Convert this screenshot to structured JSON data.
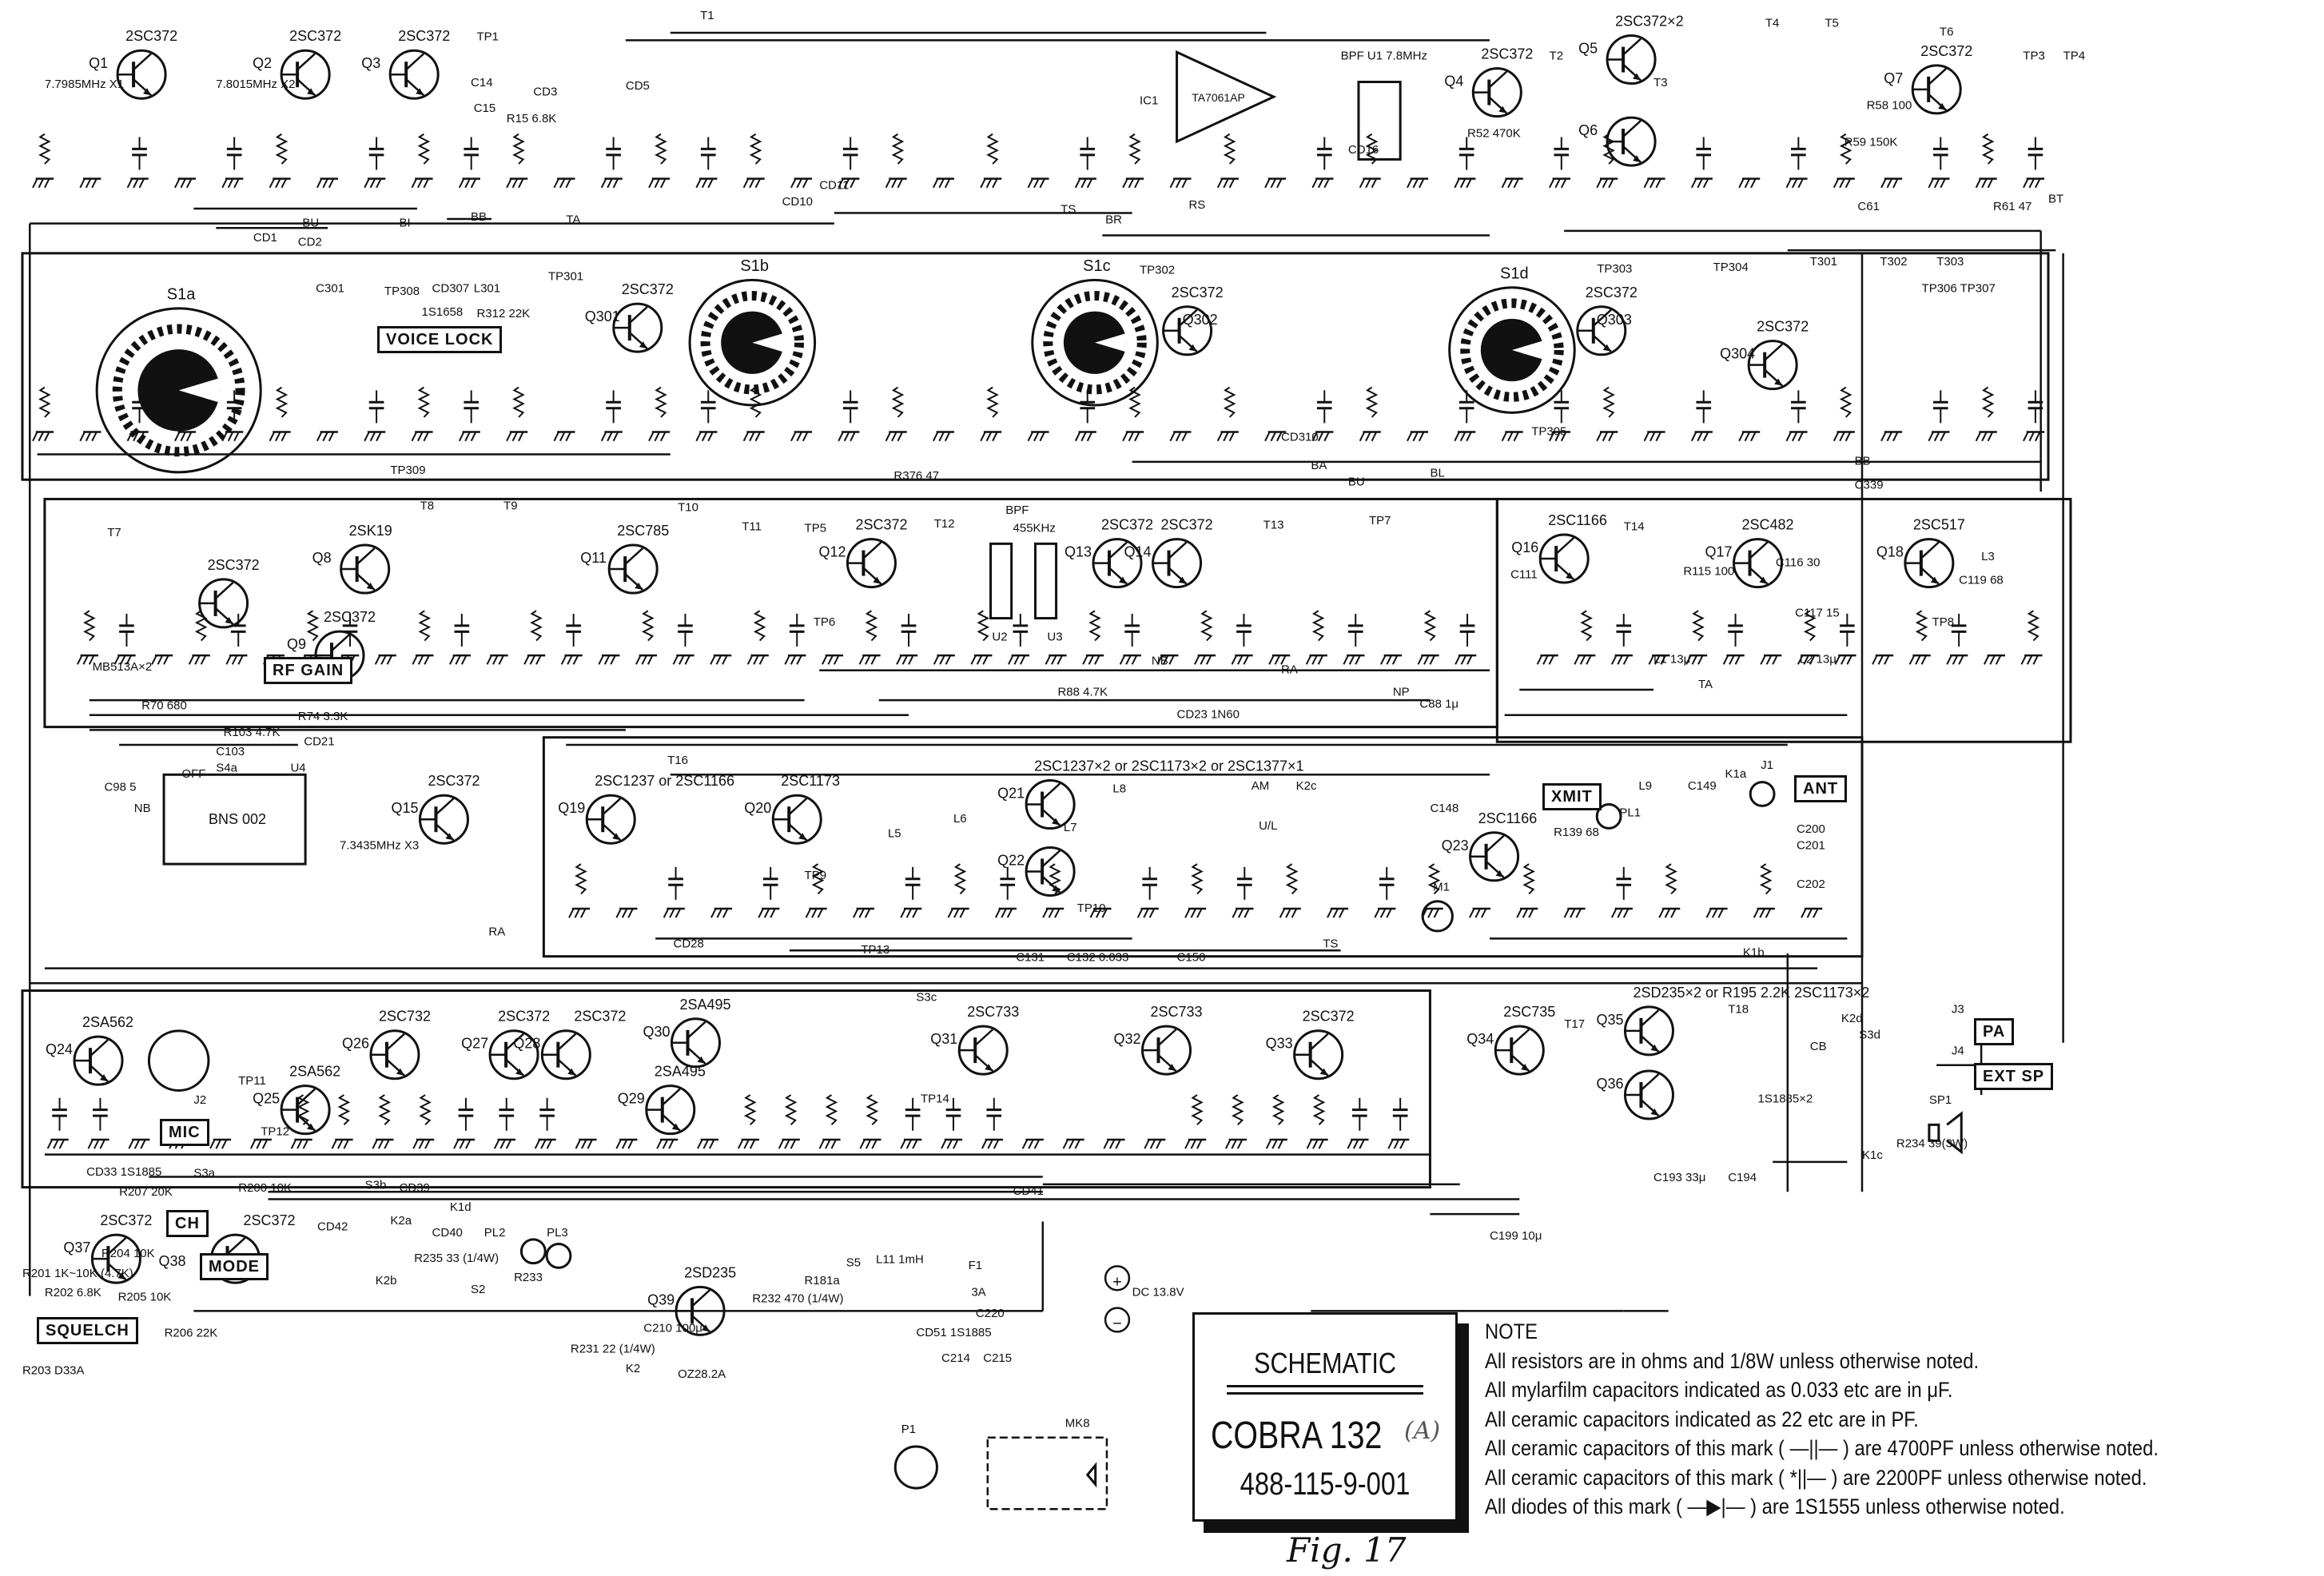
{
  "title_block": {
    "heading": "SCHEMATIC",
    "model": "COBRA 132",
    "revision_mark": "(A)",
    "part_number": "488-115-9-001"
  },
  "notes": {
    "heading": "NOTE",
    "lines": [
      "All resistors are in ohms and 1/8W unless otherwise noted.",
      "All mylarfilm capacitors indicated as 0.033 etc are in μF.",
      "All ceramic capacitors indicated as 22 etc are in PF.",
      "All ceramic capacitors of this mark ( —||— ) are 4700PF unless otherwise noted.",
      "All ceramic capacitors of this mark ( *||— ) are 2200PF unless otherwise noted.",
      "All diodes of this mark ( —▶|— ) are 1S1555 unless otherwise noted."
    ]
  },
  "figure_caption": "Fig. 17",
  "boxed_labels": [
    "VOICE LOCK",
    "RF GAIN",
    "XMIT",
    "ANT",
    "MIC",
    "SQUELCH",
    "CH",
    "MODE",
    "PA",
    "EXT SP"
  ],
  "module_labels": [
    "BNS 002",
    "TA7061AP"
  ],
  "transistors": [
    {
      "ref": "Q1",
      "part": "2SC372"
    },
    {
      "ref": "Q2",
      "part": "2SC372"
    },
    {
      "ref": "Q3",
      "part": "2SC372"
    },
    {
      "ref": "Q4",
      "part": "2SC372"
    },
    {
      "ref": "Q5",
      "part": "2SC372×2"
    },
    {
      "ref": "Q6",
      "part": ""
    },
    {
      "ref": "Q7",
      "part": "2SC372"
    },
    {
      "ref": "Q301",
      "part": "2SC372"
    },
    {
      "ref": "Q302",
      "part": "2SC372"
    },
    {
      "ref": "Q303",
      "part": "2SC372"
    },
    {
      "ref": "Q304",
      "part": "2SC372"
    },
    {
      "ref": "Q8",
      "part": "2SK19"
    },
    {
      "ref": "",
      "part": "2SC372"
    },
    {
      "ref": "Q9",
      "part": "2SC372"
    },
    {
      "ref": "Q11",
      "part": "2SC785"
    },
    {
      "ref": "Q12",
      "part": "2SC372"
    },
    {
      "ref": "Q13",
      "part": "2SC372"
    },
    {
      "ref": "Q14",
      "part": "2SC372"
    },
    {
      "ref": "Q16",
      "part": "2SC1166"
    },
    {
      "ref": "Q17",
      "part": "2SC482"
    },
    {
      "ref": "Q18",
      "part": "2SC517"
    },
    {
      "ref": "Q15",
      "part": "2SC372"
    },
    {
      "ref": "Q19",
      "part": "2SC1237 or 2SC1166"
    },
    {
      "ref": "Q20",
      "part": "2SC1173"
    },
    {
      "ref": "Q21",
      "part": "2SC1237×2 or 2SC1173×2 or 2SC1377×1"
    },
    {
      "ref": "Q22",
      "part": ""
    },
    {
      "ref": "Q23",
      "part": "2SC1166"
    },
    {
      "ref": "Q24",
      "part": "2SA562"
    },
    {
      "ref": "Q25",
      "part": "2SA562"
    },
    {
      "ref": "Q26",
      "part": "2SC732"
    },
    {
      "ref": "Q27",
      "part": "2SC372"
    },
    {
      "ref": "Q28",
      "part": "2SC372"
    },
    {
      "ref": "Q29",
      "part": "2SA495"
    },
    {
      "ref": "Q30",
      "part": "2SA495"
    },
    {
      "ref": "Q31",
      "part": "2SC733"
    },
    {
      "ref": "Q32",
      "part": "2SC733"
    },
    {
      "ref": "Q33",
      "part": "2SC372"
    },
    {
      "ref": "Q34",
      "part": "2SC735"
    },
    {
      "ref": "Q35",
      "part": "2SD235×2 or R195 2.2K 2SC1173×2"
    },
    {
      "ref": "Q36",
      "part": ""
    },
    {
      "ref": "Q37",
      "part": "2SC372"
    },
    {
      "ref": "Q38",
      "part": "2SC372"
    },
    {
      "ref": "Q39",
      "part": "2SD235"
    }
  ],
  "switches": [
    "S1a",
    "S1b",
    "S1c",
    "S1d"
  ],
  "labels": [
    "TP1",
    "T1",
    "IC1",
    "BPF U1 7.8MHz",
    "T2",
    "T3",
    "T4",
    "T5",
    "T6",
    "TP3",
    "TP4",
    "BT",
    "BU",
    "BI",
    "BB",
    "TA",
    "TS",
    "BR",
    "RS",
    "CD1",
    "CD2",
    "CD10",
    "CD11",
    "CD16",
    "R61 47",
    "C61",
    "7.7985MHz X1",
    "7.8015MHz X2",
    "C14",
    "C15",
    "R15 6.8K",
    "CD3",
    "CD5",
    "R52 470K",
    "R58 100",
    "R59 150K",
    "C301",
    "CD307",
    "1S1658",
    "L301",
    "R312 22K",
    "TP301",
    "TP302",
    "TP303",
    "TP304",
    "TP305",
    "TP306 TP307",
    "T301",
    "T302",
    "T303",
    "TP308",
    "TP309",
    "R376 47",
    "BA",
    "BU",
    "BL",
    "BB",
    "C339",
    "CD310",
    "T7",
    "T8",
    "T9",
    "T10",
    "T11",
    "T12",
    "T13",
    "BPF",
    "455KHz",
    "U2",
    "U3",
    "TP5",
    "TP6",
    "TP7",
    "MB513A×2",
    "R74 3.3K",
    "R70 680",
    "R103 4.7K",
    "R88 4.7K",
    "CD23 1N60",
    "CD21",
    "RA",
    "NB",
    "NP",
    "C88 1μ",
    "T14",
    "L1 13μ",
    "L2 13μ",
    "L3",
    "TP8",
    "C119 68",
    "R115 100",
    "C116 30",
    "C117 15",
    "C111",
    "TA",
    "U4",
    "S4a",
    "OFF",
    "NB",
    "C103",
    "C98 5",
    "T16",
    "L5",
    "L6",
    "L7",
    "L8",
    "J1",
    "K1a",
    "M1",
    "PL1",
    "R139 68",
    "TP9",
    "TP10",
    "AM",
    "U/L",
    "K2c",
    "L9",
    "C149",
    "C148",
    "C200",
    "C201",
    "C202",
    "C131",
    "C132 0.033",
    "C150",
    "TS",
    "CD28",
    "7.3435MHz X3",
    "RA",
    "J2",
    "J3",
    "J4",
    "SP1",
    "T17",
    "T18",
    "K1b",
    "K1c",
    "K2d",
    "S3d",
    "CB",
    "R234 39(3W)",
    "1S1885×2",
    "TP11",
    "TP12",
    "TP13",
    "TP14",
    "S3a",
    "S3b",
    "S3c",
    "CD39",
    "CD41",
    "CD42",
    "CD33 1S1885",
    "R200 10K",
    "C193 33μ",
    "C194",
    "C199 10μ",
    "R201 1K~10K (4.7K)",
    "R202 6.8K",
    "R203 D33A",
    "R204 10K",
    "R205 10K",
    "R206 22K",
    "R207 20K",
    "CD40",
    "PL2",
    "PL3",
    "K2a",
    "K2b",
    "K1d",
    "S2",
    "R233",
    "R235 33 (1/4W)",
    "R231 22 (1/4W)",
    "K2",
    "S5",
    "R181a",
    "L11 1mH",
    "F1",
    "3A",
    "DC 13.8V",
    "CD51 1S1885",
    "OZ28.2A",
    "C210 100μ",
    "R232 470 (1/4W)",
    "C214",
    "C215",
    "C220",
    "P1",
    "MK8"
  ],
  "terminal_signs": [
    "+",
    "−"
  ]
}
